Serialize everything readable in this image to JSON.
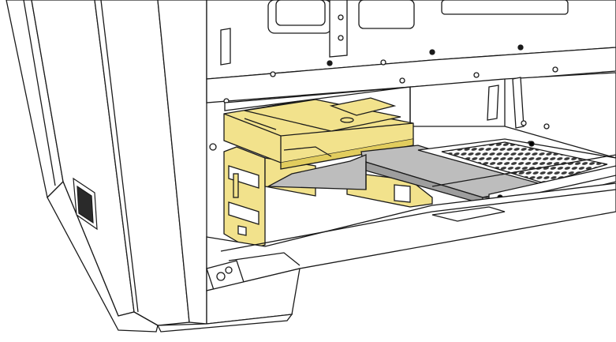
{
  "illustration": {
    "subject": "pc-case-drive-bay",
    "colors": {
      "line": "#1a1a1a",
      "background": "#ffffff",
      "drive_highlight": "#f2e28c",
      "drive_highlight_dark": "#e2cd5e",
      "sata_cable": "#bdbdbd",
      "sata_cable_dark": "#9e9e9e",
      "mesh_dark": "#3a3a3a"
    },
    "parts": [
      {
        "name": "case-outer-panel"
      },
      {
        "name": "front-bezel-logo"
      },
      {
        "name": "motherboard-tray"
      },
      {
        "name": "drive-cage-bracket"
      },
      {
        "name": "hard-drive"
      },
      {
        "name": "sata-cable"
      },
      {
        "name": "psu-shroud-mesh"
      },
      {
        "name": "case-floor"
      },
      {
        "name": "case-feet"
      }
    ]
  }
}
